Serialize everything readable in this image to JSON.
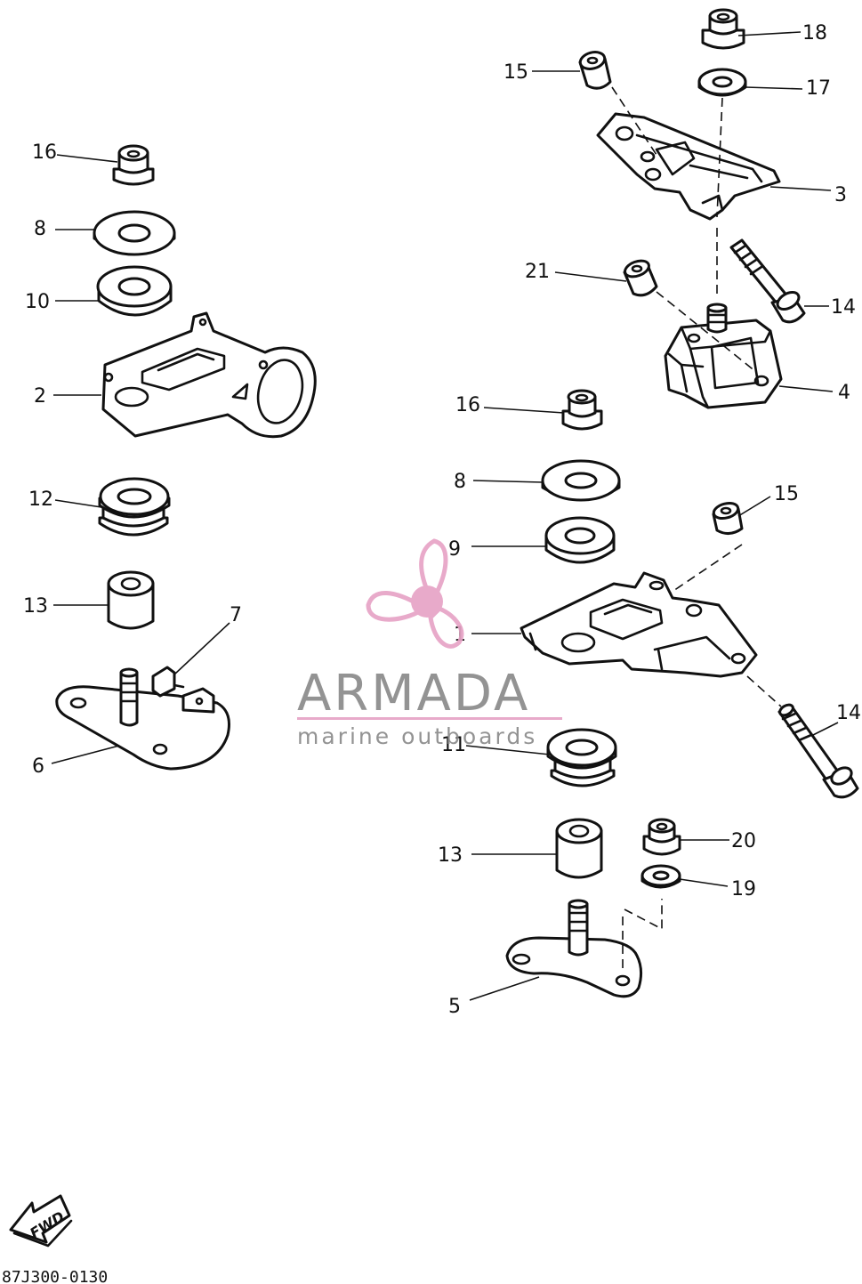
{
  "diagram": {
    "document_code": "87J300-0130",
    "fwd_label": "FWD",
    "callouts": [
      "1",
      "2",
      "3",
      "4",
      "5",
      "6",
      "7",
      "8",
      "8",
      "9",
      "10",
      "11",
      "12",
      "13",
      "13",
      "14",
      "14",
      "15",
      "15",
      "16",
      "16",
      "17",
      "18",
      "19",
      "20",
      "21"
    ]
  },
  "watermark": {
    "brand": "ARMADA",
    "tagline": "marine outboards",
    "colors": {
      "text": "#8a8a8a",
      "accent": "#e7a3c6"
    },
    "icon": "propeller-icon"
  },
  "colors": {
    "line": "#111111",
    "background": "#ffffff"
  }
}
